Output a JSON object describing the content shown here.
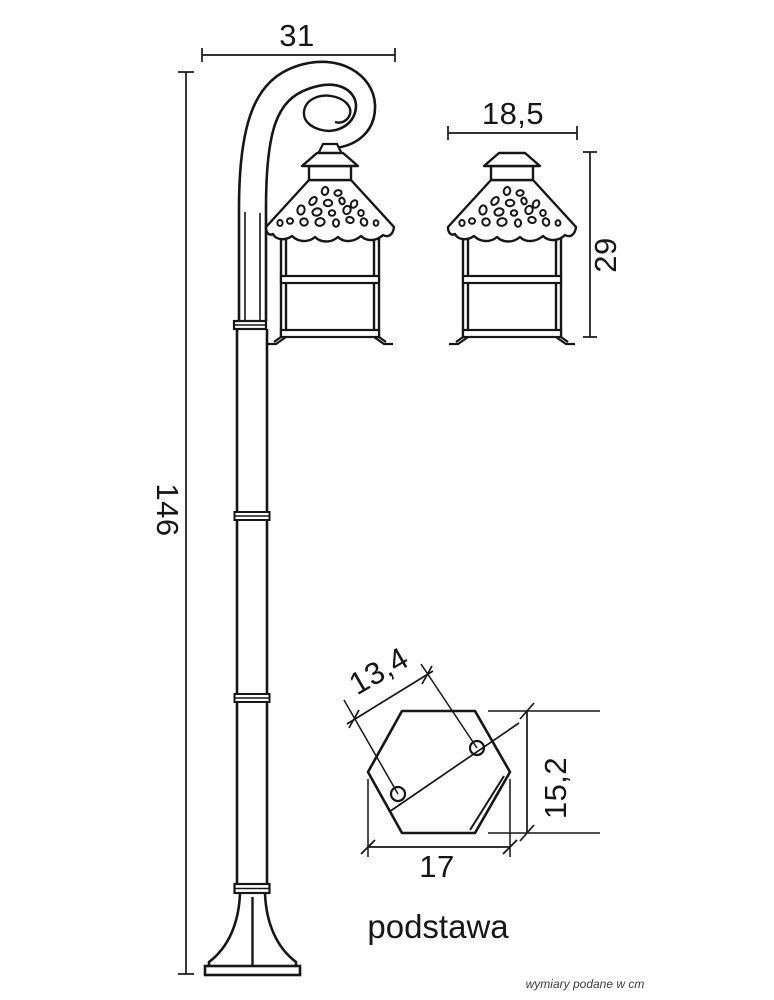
{
  "drawing": {
    "stroke_color": "#161616",
    "note_color": "#3d3d3d",
    "background": "#ffffff"
  },
  "dimensions": {
    "arm_width": "31",
    "pole_height": "146",
    "lantern_width": "18,5",
    "lantern_height": "29",
    "base_holes_spacing": "13,4",
    "base_height": "15,2",
    "base_width": "17"
  },
  "labels": {
    "base_caption": "podstawa",
    "units_note": "wymiary podane w cm"
  }
}
